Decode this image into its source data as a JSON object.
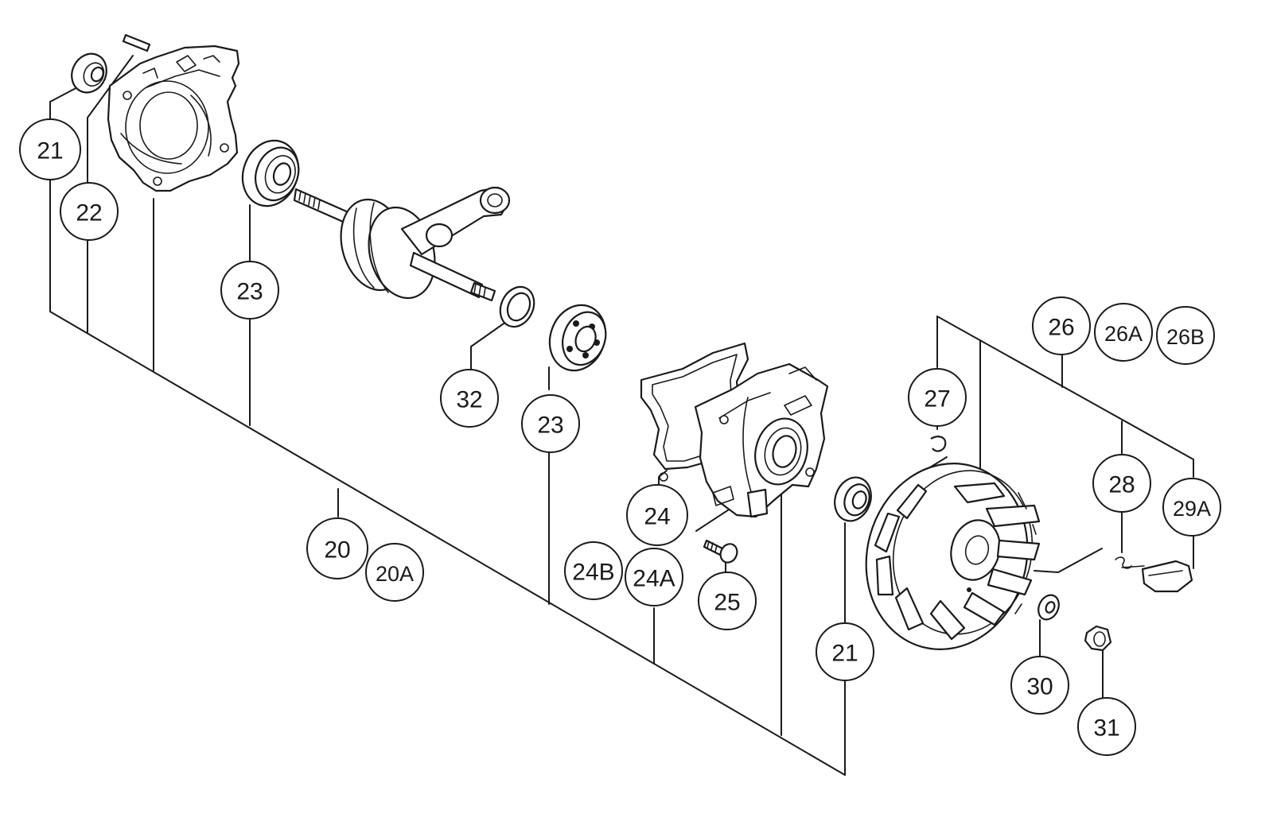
{
  "diagram": {
    "colors": {
      "ink": "#1a1a1a",
      "paper": "#ffffff"
    },
    "callouts": [
      {
        "id": "c21a",
        "label": "21"
      },
      {
        "id": "c22",
        "label": "22"
      },
      {
        "id": "c23a",
        "label": "23"
      },
      {
        "id": "c32",
        "label": "32"
      },
      {
        "id": "c23b",
        "label": "23"
      },
      {
        "id": "c20",
        "label": "20"
      },
      {
        "id": "c20A",
        "label": "20A"
      },
      {
        "id": "c24",
        "label": "24"
      },
      {
        "id": "c24B",
        "label": "24B"
      },
      {
        "id": "c24A",
        "label": "24A"
      },
      {
        "id": "c25",
        "label": "25"
      },
      {
        "id": "c27",
        "label": "27"
      },
      {
        "id": "c26",
        "label": "26"
      },
      {
        "id": "c26A",
        "label": "26A"
      },
      {
        "id": "c26B",
        "label": "26B"
      },
      {
        "id": "c28",
        "label": "28"
      },
      {
        "id": "c29A",
        "label": "29A"
      },
      {
        "id": "c21b",
        "label": "21"
      },
      {
        "id": "c30",
        "label": "30"
      },
      {
        "id": "c31",
        "label": "31"
      }
    ],
    "parts": [
      {
        "id": "crankcase-left",
        "icon": "crankcase-half-icon"
      },
      {
        "id": "bearing-small-1",
        "icon": "bearing-icon"
      },
      {
        "id": "dowel-pin",
        "icon": "pin-icon"
      },
      {
        "id": "bearing-large-1",
        "icon": "bearing-icon"
      },
      {
        "id": "crankshaft",
        "icon": "crankshaft-icon"
      },
      {
        "id": "shim-ring",
        "icon": "ring-icon"
      },
      {
        "id": "bearing-large-2",
        "icon": "bearing-icon"
      },
      {
        "id": "gasket",
        "icon": "gasket-icon"
      },
      {
        "id": "crankcase-right",
        "icon": "crankcase-half-icon"
      },
      {
        "id": "screw",
        "icon": "screw-icon"
      },
      {
        "id": "bearing-small-2",
        "icon": "bearing-icon"
      },
      {
        "id": "key",
        "icon": "key-icon"
      },
      {
        "id": "flywheel",
        "icon": "flywheel-icon"
      },
      {
        "id": "pawl-spring",
        "icon": "spring-icon"
      },
      {
        "id": "pawl",
        "icon": "pawl-icon"
      },
      {
        "id": "washer",
        "icon": "washer-icon"
      },
      {
        "id": "nut",
        "icon": "nut-icon"
      }
    ]
  }
}
